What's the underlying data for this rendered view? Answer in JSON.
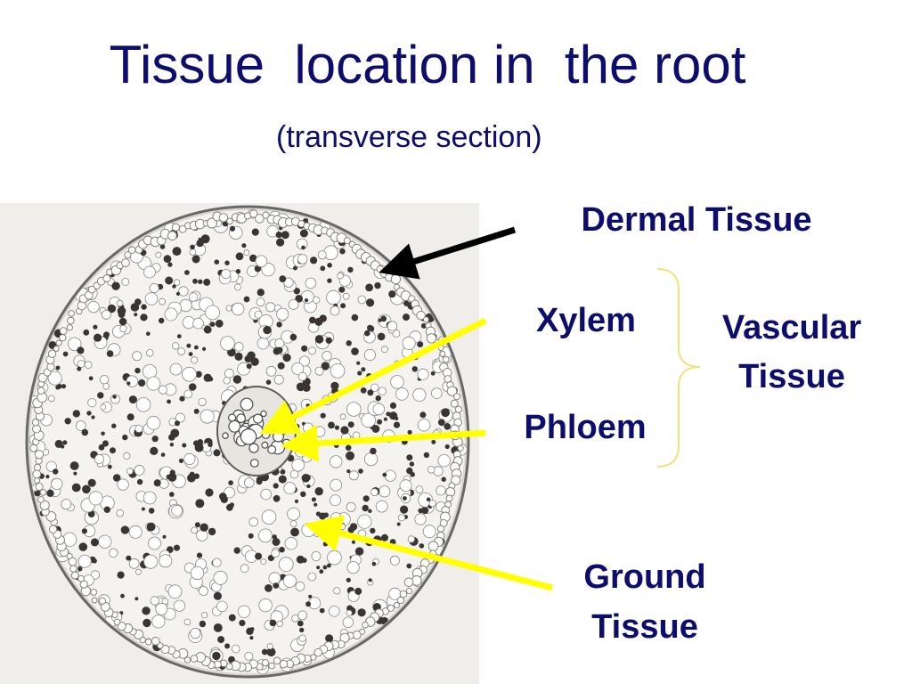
{
  "slide": {
    "title": "Tissue  location in  the root",
    "subtitle": "(transverse section)"
  },
  "labels": {
    "dermal": "Dermal Tissue",
    "xylem": "Xylem",
    "phloem": "Phloem",
    "vascular_line1": "Vascular",
    "vascular_line2": "Tissue",
    "ground_line1": "Ground",
    "ground_line2": "Tissue"
  },
  "image": {
    "subject": "root transverse section micrograph"
  },
  "colors": {
    "text": "#0d0d6e",
    "dermal_arrow": "#000000",
    "pointer_arrows": "#ffff00",
    "brace": "#f2e27a",
    "tissue_dark": "#3a3434",
    "tissue_light": "#f4f3ef"
  }
}
